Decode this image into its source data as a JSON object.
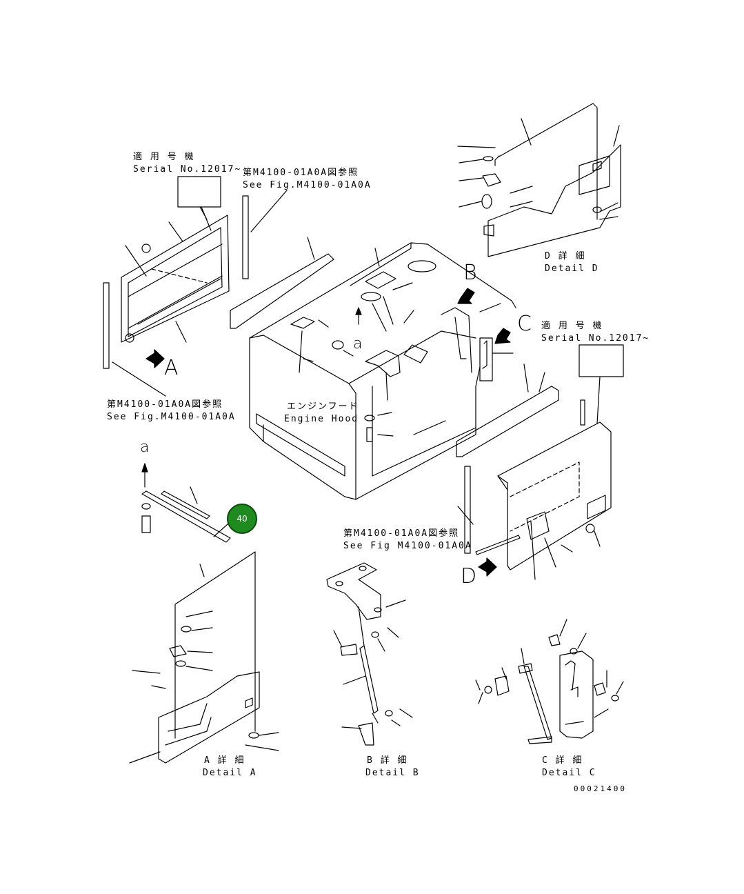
{
  "serial_note_1": {
    "jp": "適 用 号 機",
    "en": "Serial No.12017~"
  },
  "serial_note_2": {
    "jp": "適 用 号 機",
    "en": "Serial No.12017~"
  },
  "see_fig_top": {
    "jp": "第M4100-01A0A図参照",
    "en": "See Fig.M4100-01A0A"
  },
  "see_fig_left": {
    "jp": "第M4100-01A0A図参照",
    "en": "See Fig.M4100-01A0A"
  },
  "see_fig_bottom": {
    "jp": "第M4100-01A0A図参照",
    "en": "See Fig M4100-01A0A"
  },
  "engine_hood": {
    "jp": "エンジンフード",
    "en": "Engine Hood"
  },
  "detail_d": {
    "jp": "D 詳 細",
    "en": "Detail D"
  },
  "detail_a": {
    "jp": "A 詳 細",
    "en": "Detail A"
  },
  "detail_b": {
    "jp": "B 詳 細",
    "en": "Detail B"
  },
  "detail_c": {
    "jp": "C 詳 細",
    "en": "Detail C"
  },
  "view_letters": {
    "a": "A",
    "b": "B",
    "c": "C",
    "d": "D",
    "small_a1": "a",
    "small_a2": "a"
  },
  "callout_number": "40",
  "drawing_number": "00021400",
  "colors": {
    "callout_fill": "#1f8a1f",
    "line": "#000000"
  }
}
